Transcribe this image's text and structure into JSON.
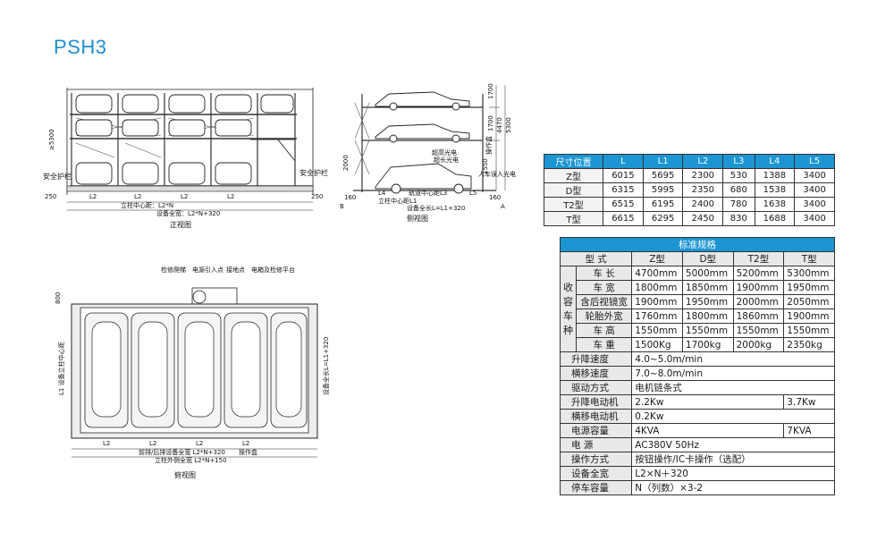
{
  "title": "PSH3",
  "front_view": {
    "caption": "正视图",
    "labels": {
      "left_guard": "安全护栏",
      "right_guard": "安全护栏",
      "height": "≥5300",
      "left_margin": "250",
      "right_margin": "250",
      "column_center": "立柱中心距：L2*N",
      "total_width": "设备全宽：L2*N+320",
      "l2": "L2"
    }
  },
  "side_view": {
    "caption": "侧视图",
    "labels": {
      "h1700a": "1700",
      "h1700b": "1700",
      "h4470": "4470",
      "h5300": "5300",
      "h2000": "2000",
      "h1550": "1550",
      "overheight": "超高光电",
      "overlength": "超长光电",
      "control_box": "操作盒",
      "intrusion": "人车误入光电",
      "c160a": "160",
      "c160b": "160",
      "l4": "L4",
      "l5": "L5",
      "track_center": "轨道中心距L3",
      "column_center_l1": "立柱中心距L1",
      "total_length": "设备全长L=L1+320",
      "b": "B",
      "a": "A"
    }
  },
  "top_view": {
    "caption": "俯视图",
    "labels": {
      "ladder": "检修爬梯",
      "power_in": "电源引入点",
      "ground": "接地点",
      "platform": "电箱及检修平台",
      "m800": "800",
      "l1_center": "L1 设备立柱中心距",
      "total_length": "设备全长L=L1+320",
      "l2": "L2",
      "front_total": "前排/后排设备全宽 L2*N+320",
      "op_box": "操作盒",
      "col_outer": "立柱外侧全宽 L2*N+150"
    }
  },
  "dim_table": {
    "headers": [
      "尺寸位置",
      "L",
      "L1",
      "L2",
      "L3",
      "L4",
      "L5"
    ],
    "rows": [
      [
        "Z型",
        "6015",
        "5695",
        "2300",
        "530",
        "1388",
        "3400"
      ],
      [
        "D型",
        "6315",
        "5995",
        "2350",
        "680",
        "1538",
        "3400"
      ],
      [
        "T2型",
        "6515",
        "6195",
        "2400",
        "780",
        "1638",
        "3400"
      ],
      [
        "T型",
        "6615",
        "6295",
        "2450",
        "830",
        "1688",
        "3400"
      ]
    ]
  },
  "spec_table": {
    "title": "标准规格",
    "model_label": "型    式",
    "models": [
      "Z型",
      "D型",
      "T2型",
      "T型"
    ],
    "group_label": "收容车种",
    "vehicle_rows": [
      {
        "label": "车   长",
        "values": [
          "4700mm",
          "5000mm",
          "5200mm",
          "5300mm"
        ]
      },
      {
        "label": "车   宽",
        "values": [
          "1800mm",
          "1850mm",
          "1900mm",
          "1950mm"
        ]
      },
      {
        "label": "含后视镜宽",
        "values": [
          "1900mm",
          "1950mm",
          "2000mm",
          "2050mm"
        ]
      },
      {
        "label": "轮胎外宽",
        "values": [
          "1760mm",
          "1800mm",
          "1860mm",
          "1900mm"
        ]
      },
      {
        "label": "车   高",
        "values": [
          "1550mm",
          "1550mm",
          "1550mm",
          "1550mm"
        ]
      },
      {
        "label": "车   重",
        "values": [
          "1500Kg",
          "1700kg",
          "2000kg",
          "2350kg"
        ]
      }
    ],
    "lift_speed": {
      "label": "升降速度",
      "value": "4.0~5.0m/min"
    },
    "trans_speed": {
      "label": "横移速度",
      "value": "7.0~8.0m/min"
    },
    "drive": {
      "label": "驱动方式",
      "value": "电机链条式"
    },
    "lift_motor": {
      "label": "升降电动机",
      "value_a": "2.2Kw",
      "value_b": "3.7Kw"
    },
    "trans_motor": {
      "label": "横移电动机",
      "value": "0.2Kw"
    },
    "power_cap": {
      "label": "电源容量",
      "value_a": "4KVA",
      "value_b": "7KVA"
    },
    "power": {
      "label": "电    源",
      "value": "AC380V  50Hz"
    },
    "operation": {
      "label": "操作方式",
      "value": "按钮操作/IC卡操作（选配）"
    },
    "width": {
      "label": "设备全宽",
      "value": "L2×N＋320"
    },
    "capacity": {
      "label": "停车容量",
      "value": "N（列数）×3-2"
    }
  }
}
